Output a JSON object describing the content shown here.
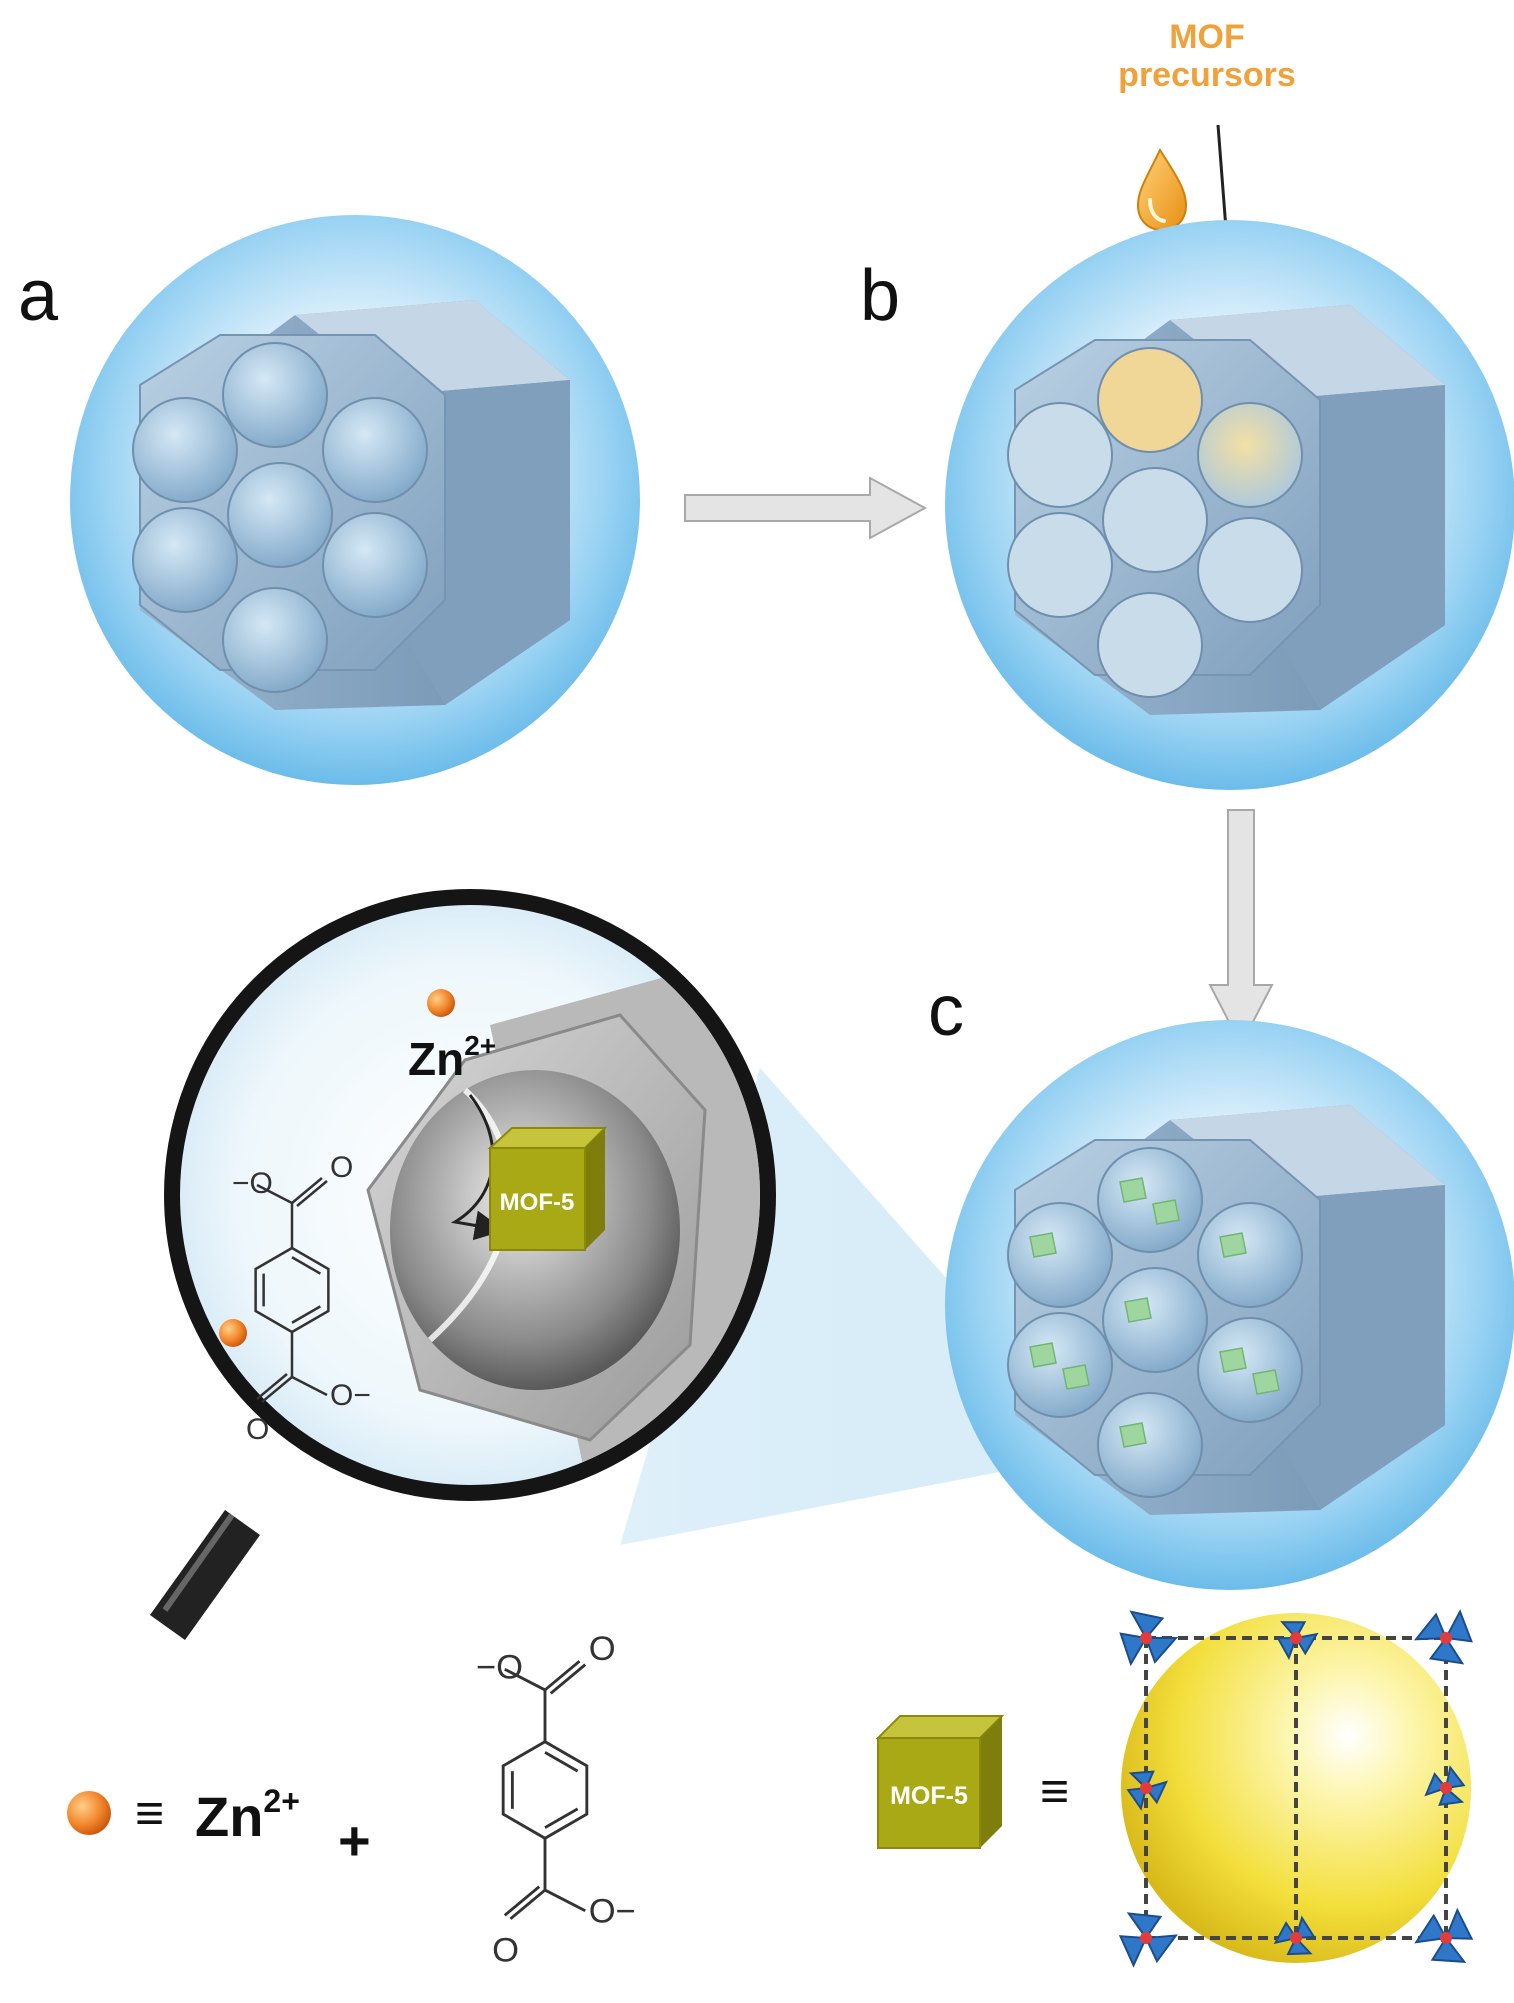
{
  "labels": {
    "panel_a": "a",
    "panel_b": "b",
    "panel_c": "c",
    "precursor_line1": "MOF",
    "precursor_line2": "precursors",
    "zn_ion": "Zn",
    "zn_charge": "2+",
    "mof5_cube_label": "MOF-5",
    "equiv_symbol": "≡",
    "plus_sign": "+",
    "oxygen": "O",
    "minus": "−"
  },
  "colors": {
    "precursor_text": "#f0a13a",
    "cube": "#a9a815",
    "cube_top": "#c6c43a",
    "cube_side": "#7f7e0c",
    "zn_ball": "#f2862b",
    "sphere_bg": "#7fc8f0",
    "monolith": "#8aaecb",
    "pore_fill_b": "#e9cf86",
    "crystal": "#9fd6a0",
    "mof_sphere": "#f5e24a",
    "tetrahedra": "#2f78c9"
  },
  "icons": [
    "droplet-icon",
    "zn-ball-icon",
    "magnifier-icon",
    "mof5-cube-icon",
    "terephthalate-structure"
  ]
}
